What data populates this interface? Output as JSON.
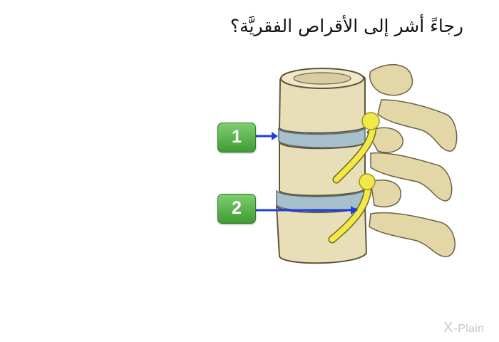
{
  "question": "رجاءً أشر إلى الأقراص الفقريَّة؟",
  "choices": [
    {
      "label": "1"
    },
    {
      "label": "2"
    }
  ],
  "logo": {
    "x": "X",
    "text": "-Plain"
  },
  "colors": {
    "button_green": "#4caf3f",
    "arrow_blue": "#1c3fe0",
    "bone": "#e8dfb8",
    "disc": "#a8c0cc",
    "nerve": "#f2e84a"
  },
  "icons": [
    "arrow-right-icon"
  ]
}
